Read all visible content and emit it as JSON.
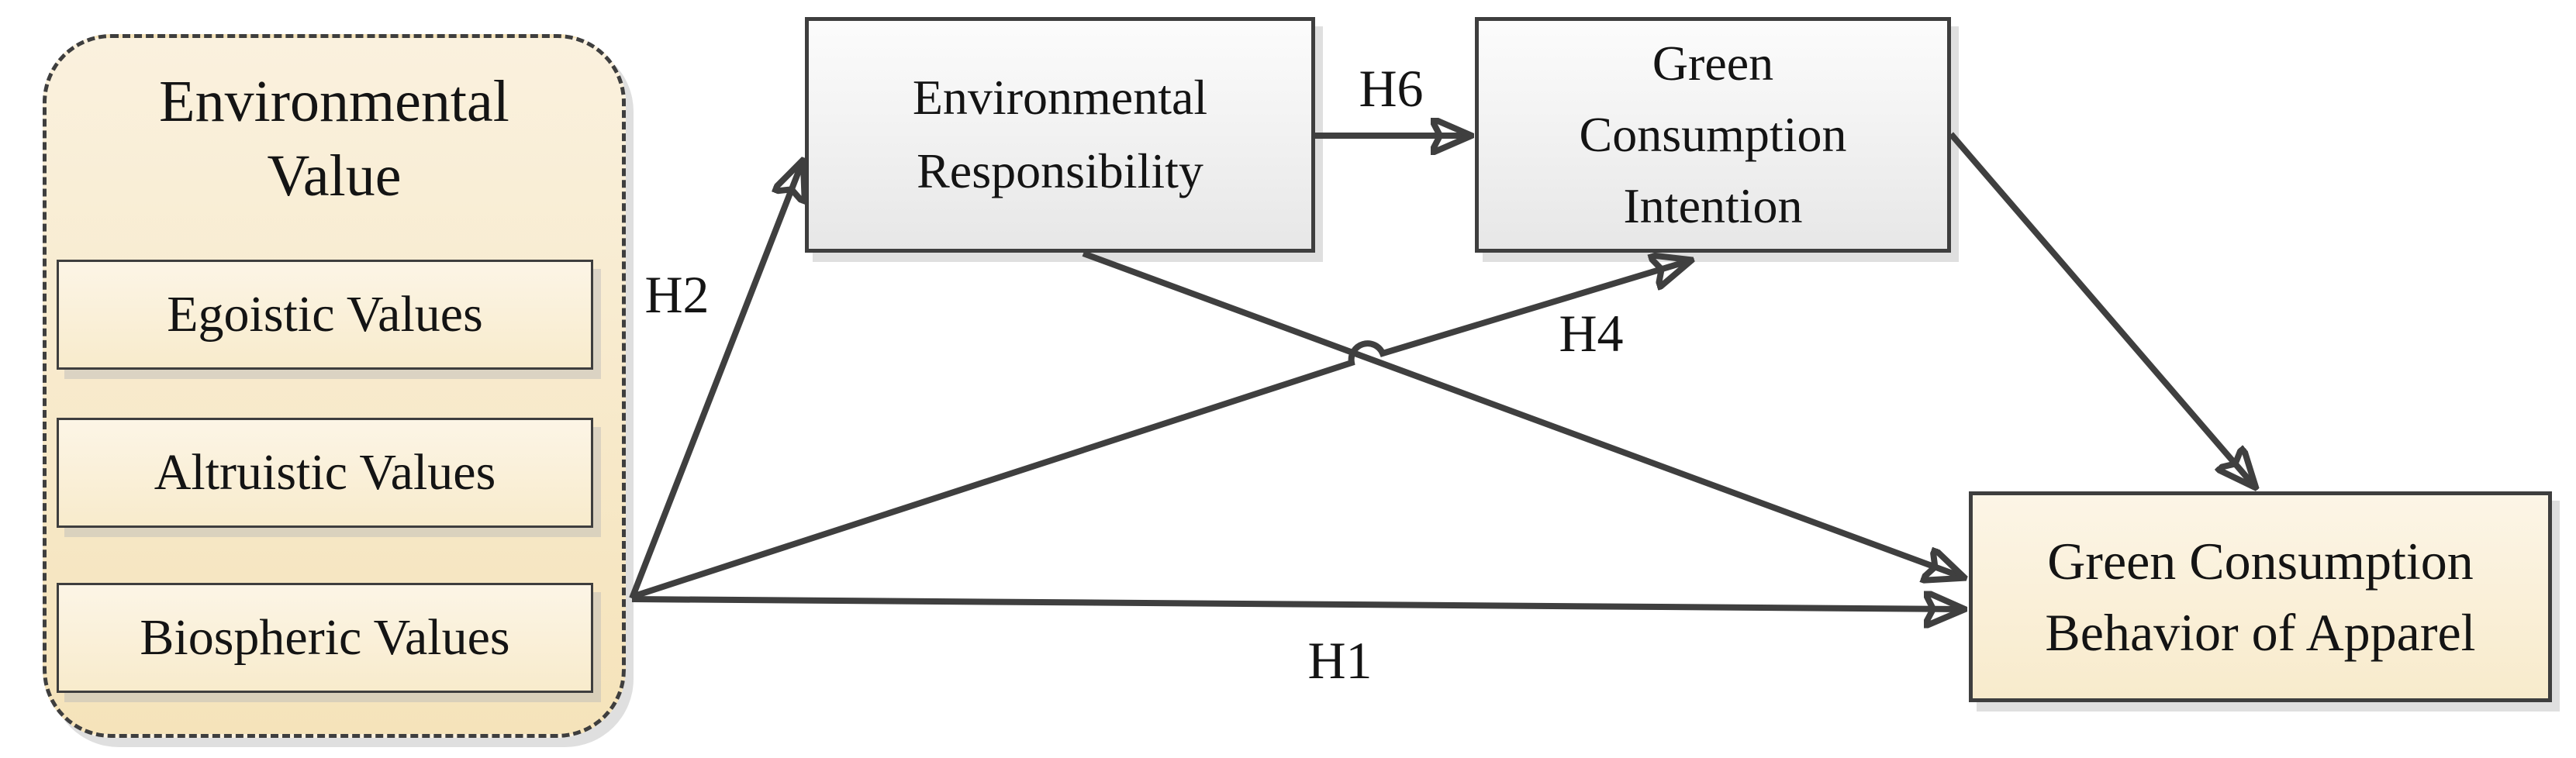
{
  "diagram": {
    "environmental_value": {
      "title": "Environmental\nValue",
      "items": [
        {
          "label": "Egoistic Values"
        },
        {
          "label": "Altruistic Values"
        },
        {
          "label": "Biospheric Values"
        }
      ]
    },
    "nodes": {
      "environmental_responsibility": "Environmental\nResponsibility",
      "green_consumption_intention": "Green\nConsumption\nIntention",
      "green_consumption_behavior": "Green Consumption\nBehavior of Apparel"
    },
    "hypotheses": {
      "h1": "H1",
      "h2": "H2",
      "h4": "H4",
      "h6": "H6"
    }
  },
  "colors": {
    "border": "#3e3e3e",
    "arrow": "#3f3f3f",
    "text": "#141414",
    "tan_top": "#faf1de",
    "tan_bottom": "#f5e3ba",
    "tan_inner_top": "#fcf5e6",
    "tan_inner_bottom": "#f8ebcc",
    "gray_top": "#fcfcfc",
    "gray_bottom": "#e7e7e7"
  }
}
